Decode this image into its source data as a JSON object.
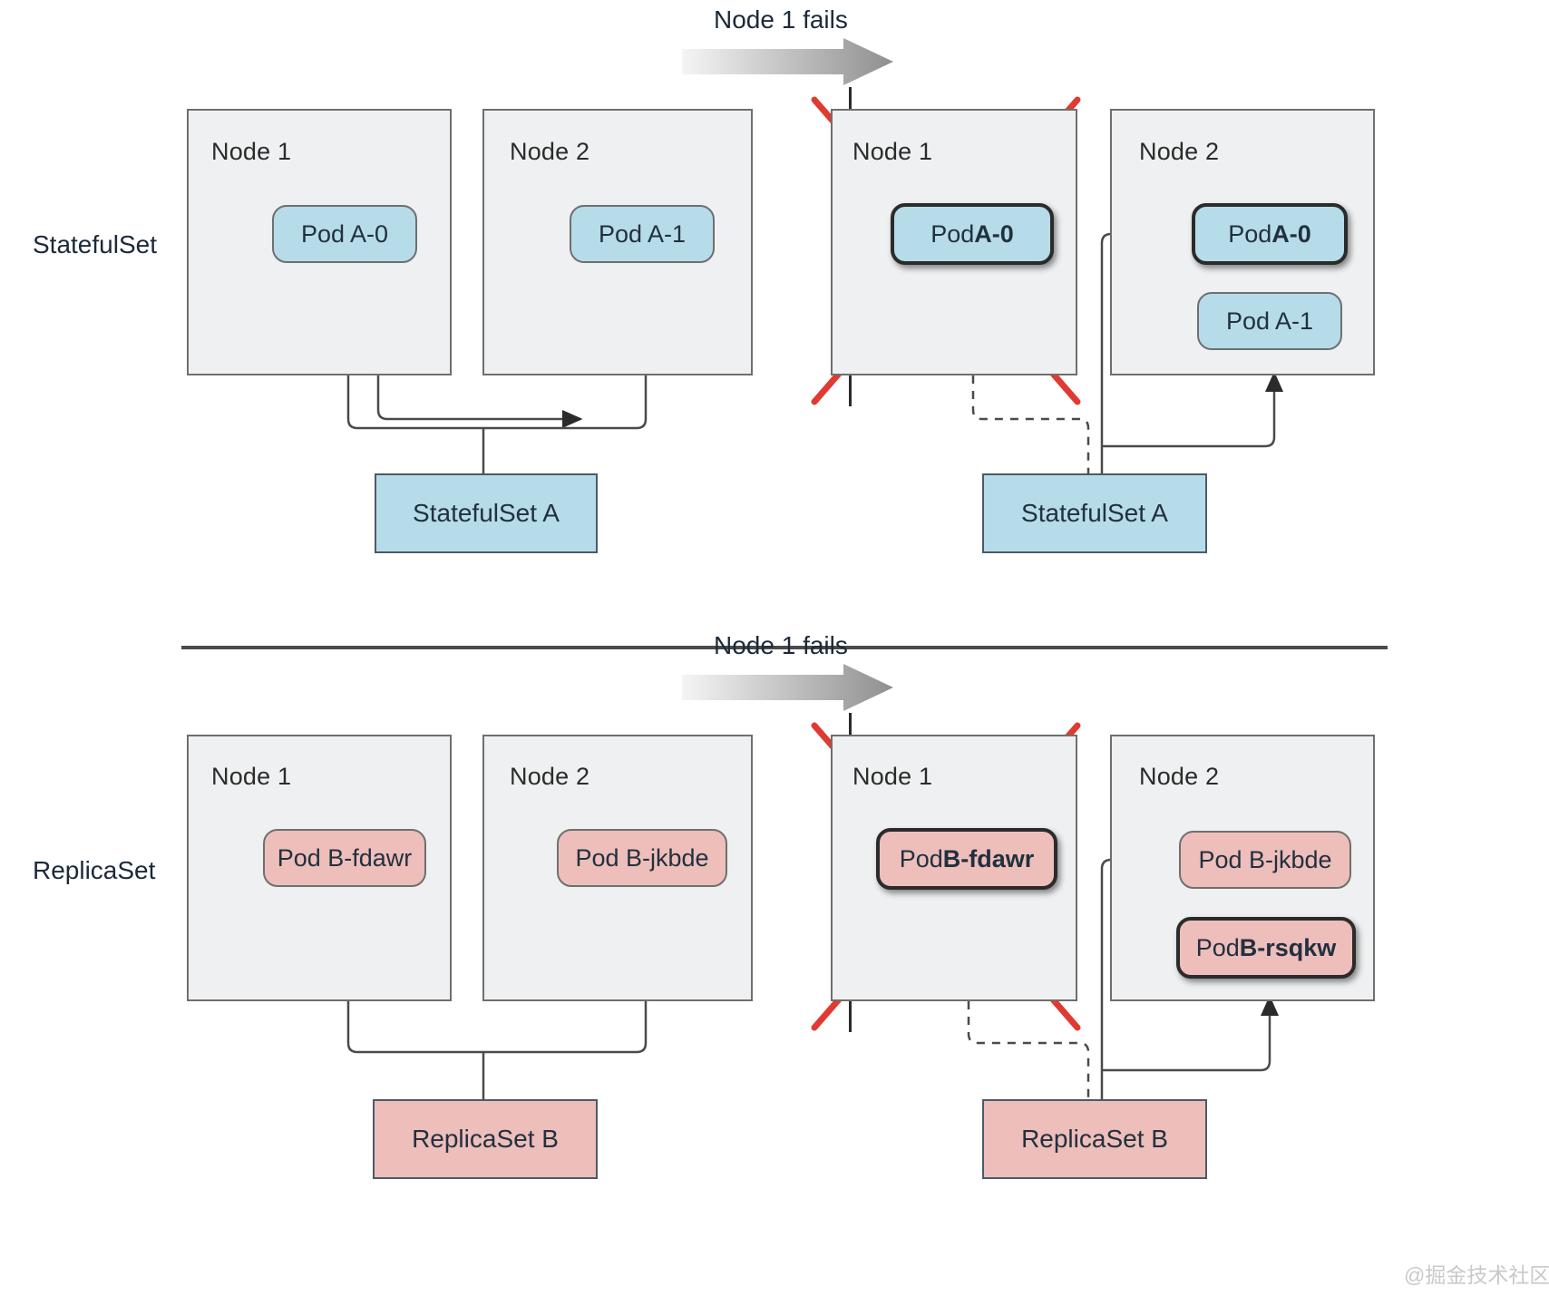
{
  "sections": [
    {
      "key": "statefulset",
      "side_label": "StatefulSet",
      "transition_label": "Node 1 fails",
      "before": {
        "nodes": [
          {
            "title": "Node 1",
            "pods": [
              {
                "label": "Pod A-0",
                "bold": "",
                "highlight": false
              }
            ]
          },
          {
            "title": "Node 2",
            "pods": [
              {
                "label": "Pod A-1",
                "bold": "",
                "highlight": false
              }
            ]
          }
        ],
        "controller": "StatefulSet A"
      },
      "after": {
        "nodes": [
          {
            "title": "Node 1",
            "failed": true,
            "pods": [
              {
                "label": "Pod ",
                "bold": "A-0",
                "highlight": true
              }
            ]
          },
          {
            "title": "Node 2",
            "failed": false,
            "pods": [
              {
                "label": "Pod ",
                "bold": "A-0",
                "highlight": true
              },
              {
                "label": "Pod A-1",
                "bold": "",
                "highlight": false
              }
            ]
          }
        ],
        "controller": "StatefulSet A"
      }
    },
    {
      "key": "replicaset",
      "side_label": "ReplicaSet",
      "transition_label": "Node 1 fails",
      "before": {
        "nodes": [
          {
            "title": "Node 1",
            "pods": [
              {
                "label": "Pod B-fdawr",
                "bold": "",
                "highlight": false
              }
            ]
          },
          {
            "title": "Node 2",
            "pods": [
              {
                "label": "Pod B-jkbde",
                "bold": "",
                "highlight": false
              }
            ]
          }
        ],
        "controller": "ReplicaSet B"
      },
      "after": {
        "nodes": [
          {
            "title": "Node 1",
            "failed": true,
            "pods": [
              {
                "label": "Pod ",
                "bold": "B-fdawr",
                "highlight": true
              }
            ]
          },
          {
            "title": "Node 2",
            "failed": false,
            "pods": [
              {
                "label": "Pod B-jkbde",
                "bold": "",
                "highlight": false
              },
              {
                "label": "Pod ",
                "bold": "B-rsqkw",
                "highlight": true
              }
            ]
          }
        ],
        "controller": "ReplicaSet B"
      }
    }
  ],
  "watermark": "@掘金技术社区",
  "colors": {
    "pod_blue": "#b6dcea",
    "pod_pink": "#eebebb",
    "node_fill": "#eff0f1",
    "node_stroke": "#6f6f6f",
    "failure_cross": "#e03a32",
    "connector": "#4a4a4a",
    "arrow_gradient_start": "#f3f3f3",
    "arrow_gradient_end": "#9a9a9a"
  }
}
